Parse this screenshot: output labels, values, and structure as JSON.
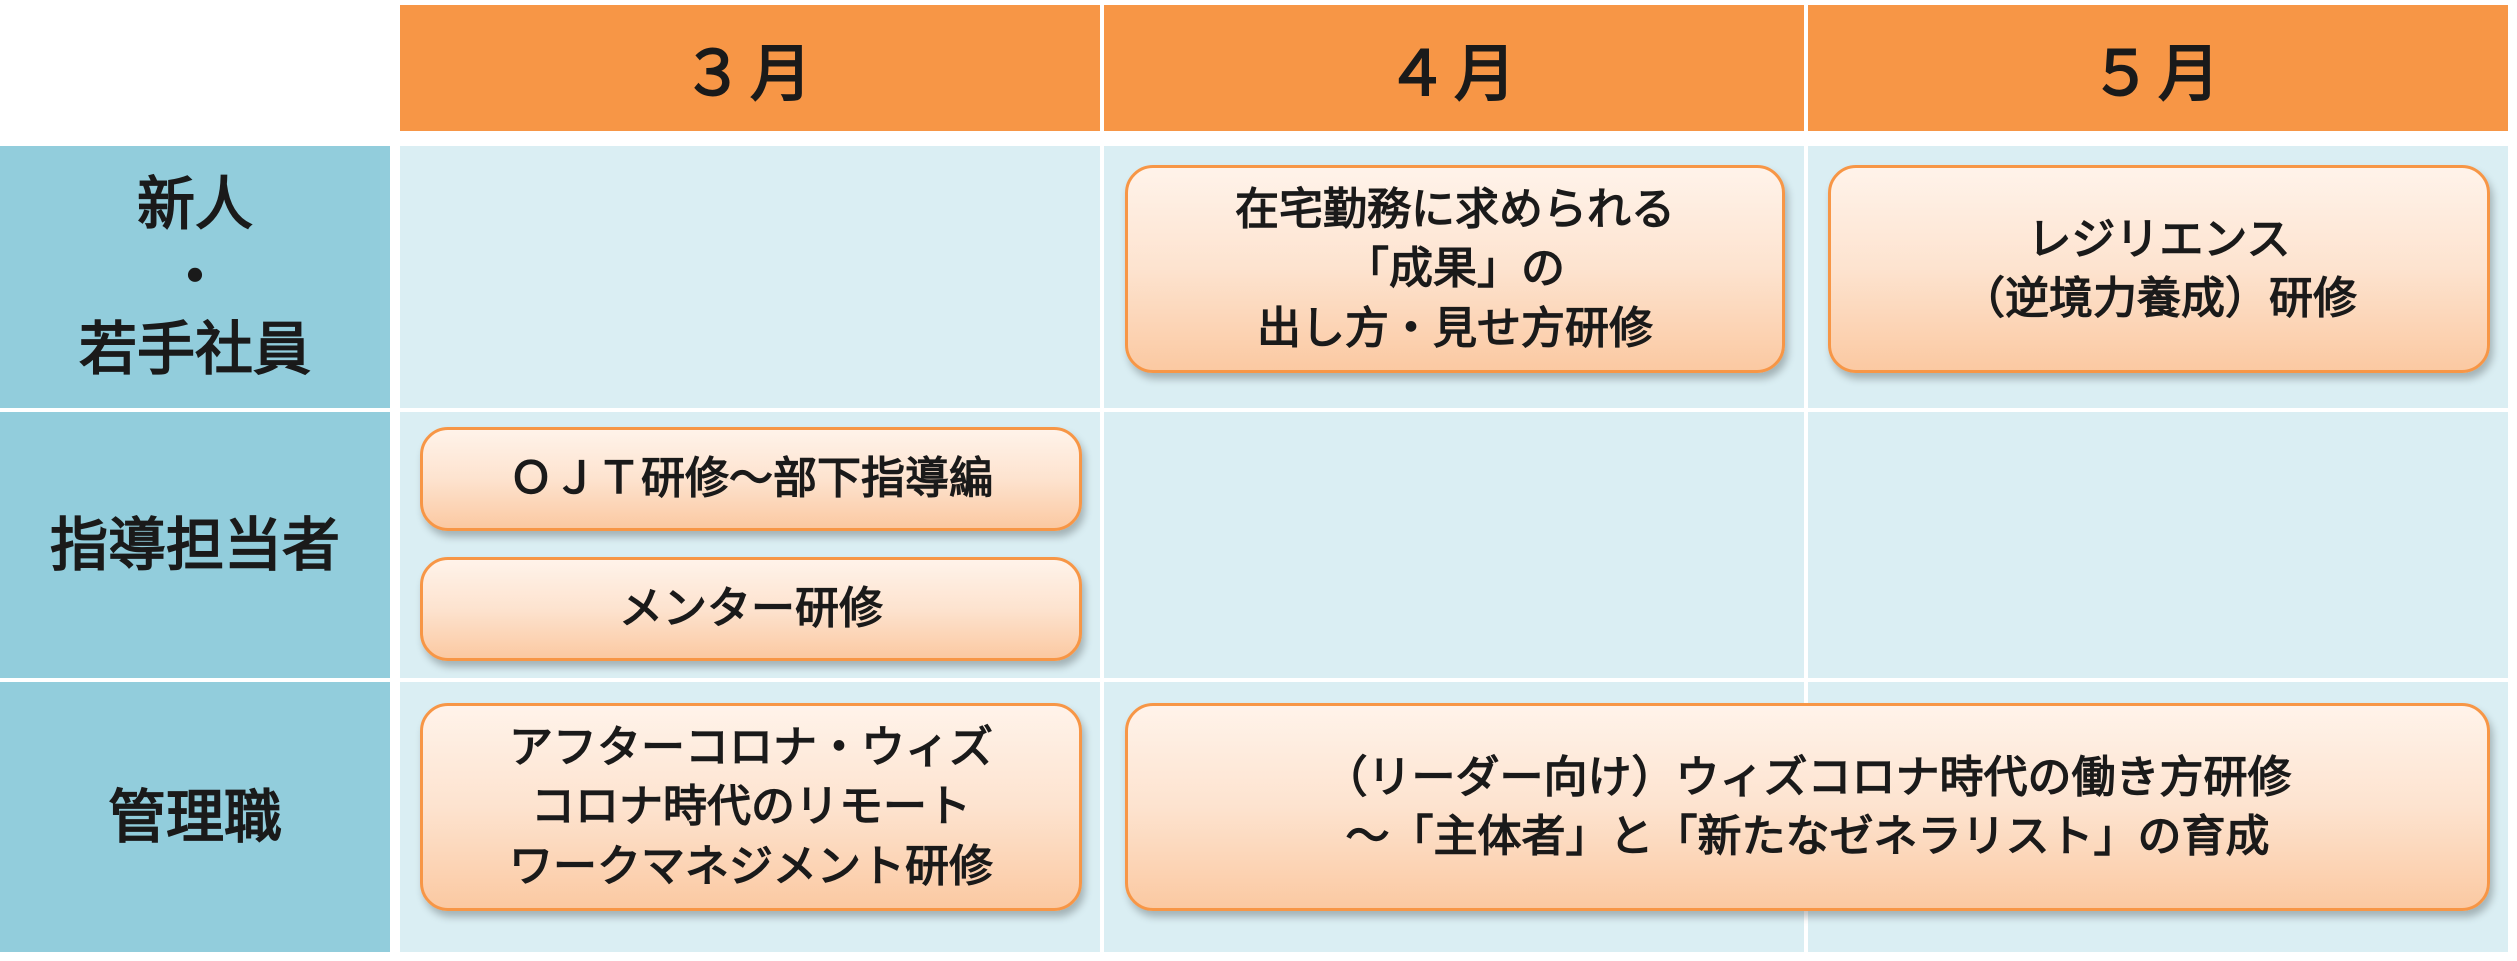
{
  "months": [
    "３月",
    "４月",
    "５月"
  ],
  "rows": [
    {
      "label_lines": [
        "新人",
        "・",
        "若手社員"
      ]
    },
    {
      "label_lines": [
        "指導担当者"
      ]
    },
    {
      "label_lines": [
        "管理職"
      ]
    }
  ],
  "courses": {
    "remote_results": [
      "在宅勤務に求められる",
      "「成果」の",
      "出し方・見せ方研修"
    ],
    "resilience": [
      "レジリエンス",
      "（逆境力養成）研修"
    ],
    "ojt": [
      "ＯＪＴ研修～部下指導編"
    ],
    "mentor": [
      "メンター研修"
    ],
    "after_corona": [
      "アフターコロナ・ウィズ",
      "コロナ時代のリモート",
      "ワークマネジメント研修"
    ],
    "leader_with_corona": [
      "（リーダー向け）ウィズコロナ時代の働き方研修",
      "～「主体者」と「新たなゼネラリスト」の育成"
    ]
  },
  "colors": {
    "header_orange": "#f79646",
    "row_header_blue": "#92cddc",
    "cell_light_blue": "#daeef3",
    "box_border_orange": "#f79646"
  }
}
